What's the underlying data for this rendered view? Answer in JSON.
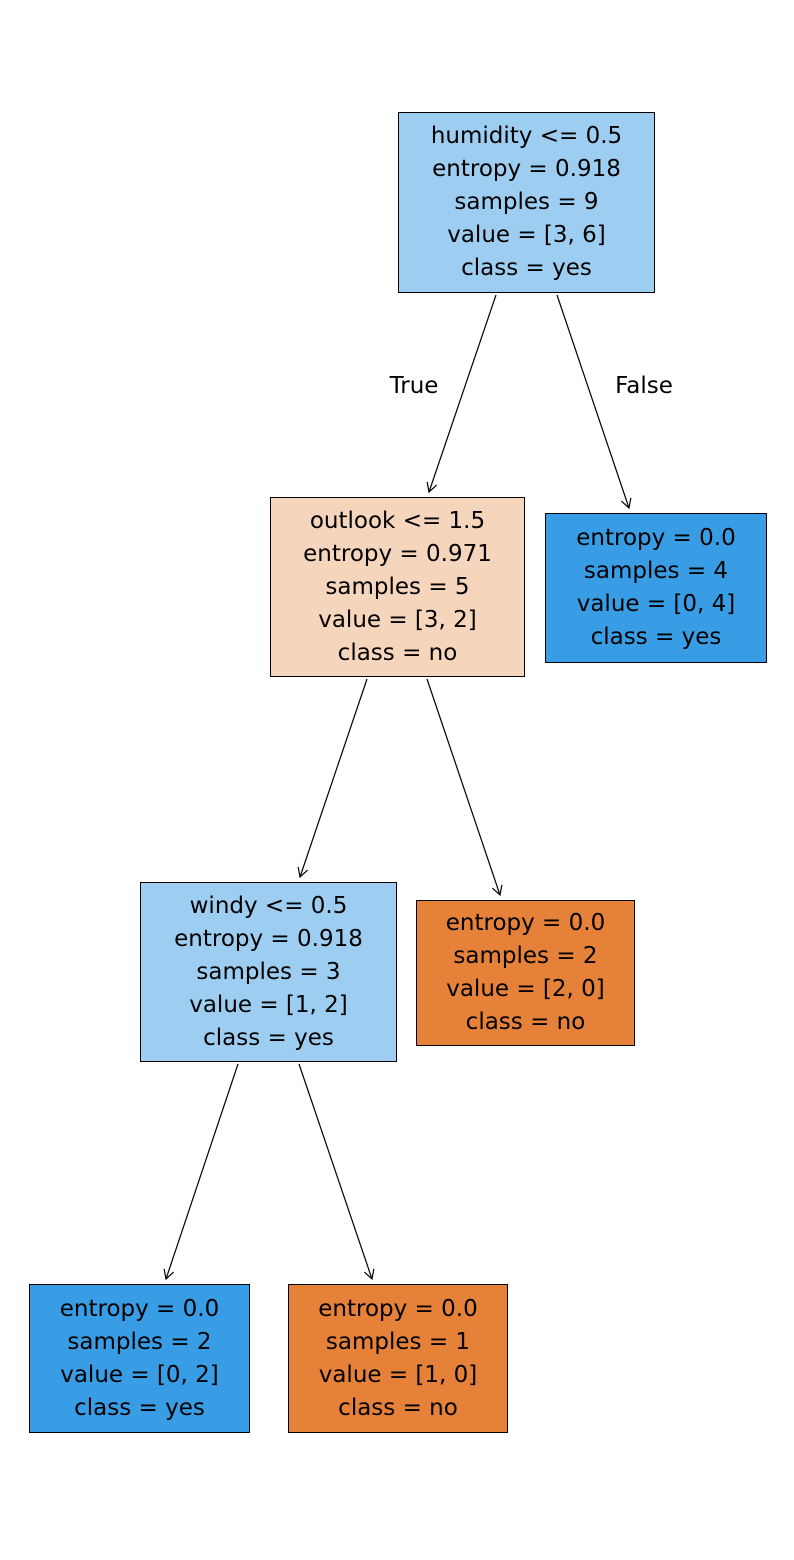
{
  "diagram": {
    "type": "decision-tree",
    "criterion": "entropy",
    "edge_labels": {
      "left": "True",
      "right": "False"
    },
    "colors": {
      "light_blue": "#9dcef2",
      "peach": "#f6d5bd",
      "blue": "#399de5",
      "orange": "#e58139",
      "border": "#000000",
      "background": "#ffffff"
    },
    "nodes": [
      {
        "id": "root-humidity",
        "fill": "#9dcef2",
        "lines": [
          "humidity <= 0.5",
          "entropy = 0.918",
          "samples = 9",
          "value = [3, 6]",
          "class = yes"
        ]
      },
      {
        "id": "outlook-split",
        "fill": "#f6d5bd",
        "lines": [
          "outlook <= 1.5",
          "entropy = 0.971",
          "samples = 5",
          "value = [3, 2]",
          "class = no"
        ]
      },
      {
        "id": "leaf-humidity-false",
        "fill": "#399de5",
        "lines": [
          "entropy = 0.0",
          "samples = 4",
          "value = [0, 4]",
          "class = yes"
        ]
      },
      {
        "id": "windy-split",
        "fill": "#9dcef2",
        "lines": [
          "windy <= 0.5",
          "entropy = 0.918",
          "samples = 3",
          "value = [1, 2]",
          "class = yes"
        ]
      },
      {
        "id": "leaf-outlook-false",
        "fill": "#e58139",
        "lines": [
          "entropy = 0.0",
          "samples = 2",
          "value = [2, 0]",
          "class = no"
        ]
      },
      {
        "id": "leaf-windy-true",
        "fill": "#399de5",
        "lines": [
          "entropy = 0.0",
          "samples = 2",
          "value = [0, 2]",
          "class = yes"
        ]
      },
      {
        "id": "leaf-windy-false",
        "fill": "#e58139",
        "lines": [
          "entropy = 0.0",
          "samples = 1",
          "value = [1, 0]",
          "class = no"
        ]
      }
    ]
  }
}
